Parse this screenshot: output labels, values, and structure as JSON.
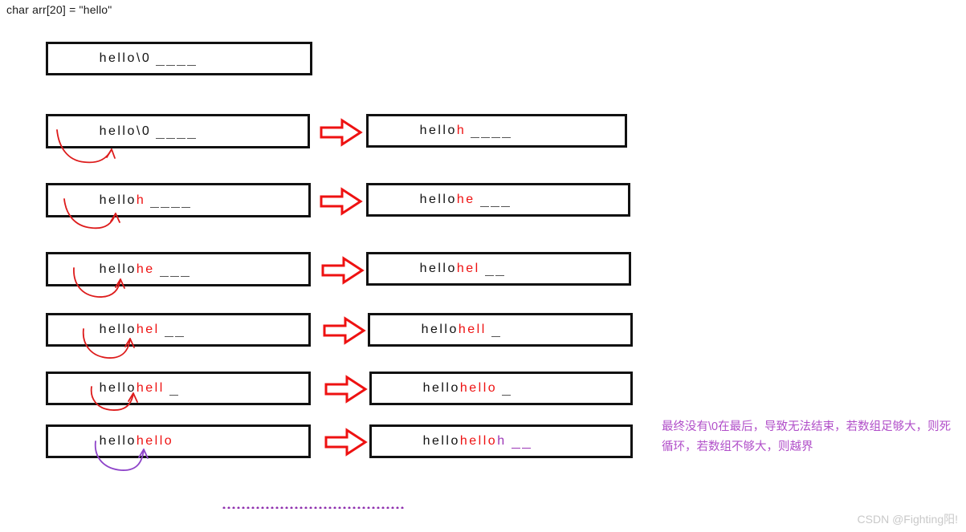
{
  "header": {
    "code_line": "char arr[20] = \"hello\""
  },
  "colors": {
    "original_text": "#111111",
    "appended_text": "#ee1111",
    "overflow_text": "#9b35b6",
    "box_border": "#111111",
    "transition_arrow": "#ee1111",
    "pointer_arrow": "#dd1b1b",
    "pointer_arrow_last": "#8e44c9",
    "note_text": "#b14fc9",
    "watermark": "#c9c9c9",
    "dotted_divider": "#8e2fae"
  },
  "rows": [
    {
      "id": "row-initial",
      "left_box": {
        "segments": [
          {
            "text": "hello",
            "color": "black"
          },
          {
            "text": "\\0",
            "color": "black"
          }
        ],
        "blanks": 4
      },
      "has_transition_arrow": false,
      "right_box": null,
      "pointer_arrow": null
    },
    {
      "id": "row-step-1",
      "left_box": {
        "segments": [
          {
            "text": "hello",
            "color": "black"
          },
          {
            "text": "\\0",
            "color": "black"
          }
        ],
        "blanks": 4
      },
      "has_transition_arrow": true,
      "right_box": {
        "segments": [
          {
            "text": "hello",
            "color": "black"
          },
          {
            "text": "h",
            "color": "red"
          }
        ],
        "blanks": 4
      },
      "pointer_arrow": {
        "color": "red",
        "from_char_index": 0,
        "to_char_index": 5
      }
    },
    {
      "id": "row-step-2",
      "left_box": {
        "segments": [
          {
            "text": "hello",
            "color": "black"
          },
          {
            "text": "h",
            "color": "red"
          }
        ],
        "blanks": 4
      },
      "has_transition_arrow": true,
      "right_box": {
        "segments": [
          {
            "text": "hello",
            "color": "black"
          },
          {
            "text": "he",
            "color": "red"
          }
        ],
        "blanks": 3
      },
      "pointer_arrow": {
        "color": "red",
        "from_char_index": 1,
        "to_char_index": 6
      }
    },
    {
      "id": "row-step-3",
      "left_box": {
        "segments": [
          {
            "text": "hello",
            "color": "black"
          },
          {
            "text": "he",
            "color": "red"
          }
        ],
        "blanks": 3
      },
      "has_transition_arrow": true,
      "right_box": {
        "segments": [
          {
            "text": "hello",
            "color": "black"
          },
          {
            "text": "hel",
            "color": "red"
          }
        ],
        "blanks": 2
      },
      "pointer_arrow": {
        "color": "red",
        "from_char_index": 2,
        "to_char_index": 7
      }
    },
    {
      "id": "row-step-4",
      "left_box": {
        "segments": [
          {
            "text": "hello",
            "color": "black"
          },
          {
            "text": "hel",
            "color": "red"
          }
        ],
        "blanks": 2
      },
      "has_transition_arrow": true,
      "right_box": {
        "segments": [
          {
            "text": "hello",
            "color": "black"
          },
          {
            "text": "hell",
            "color": "red"
          }
        ],
        "blanks": 1
      },
      "pointer_arrow": {
        "color": "red",
        "from_char_index": 3,
        "to_char_index": 8
      }
    },
    {
      "id": "row-step-5",
      "left_box": {
        "segments": [
          {
            "text": "hello",
            "color": "black"
          },
          {
            "text": "hell",
            "color": "red"
          }
        ],
        "blanks": 1
      },
      "has_transition_arrow": true,
      "right_box": {
        "segments": [
          {
            "text": "hello",
            "color": "black"
          },
          {
            "text": "hello",
            "color": "red"
          }
        ],
        "blanks": 1
      },
      "pointer_arrow": {
        "color": "red",
        "from_char_index": 4,
        "to_char_index": 9
      }
    },
    {
      "id": "row-step-6",
      "left_box": {
        "segments": [
          {
            "text": "hello",
            "color": "black"
          },
          {
            "text": "hello",
            "color": "red"
          }
        ],
        "blanks": 0
      },
      "has_transition_arrow": true,
      "right_box": {
        "segments": [
          {
            "text": "hello",
            "color": "black"
          },
          {
            "text": "hello",
            "color": "red"
          },
          {
            "text": "h",
            "color": "purple"
          }
        ],
        "blanks": 2,
        "blanks_color": "purple"
      },
      "pointer_arrow": {
        "color": "purple",
        "from_char_index": 5,
        "to_char_index": 10
      }
    }
  ],
  "note": {
    "line1": "最终没有\\0在最后，导致无法结束，若数组足够大，则死",
    "line2": "循环，若数组不够大，则越界"
  },
  "dotted_divider": {
    "present": true
  },
  "watermark": {
    "text": "CSDN @Fighting阳!"
  }
}
